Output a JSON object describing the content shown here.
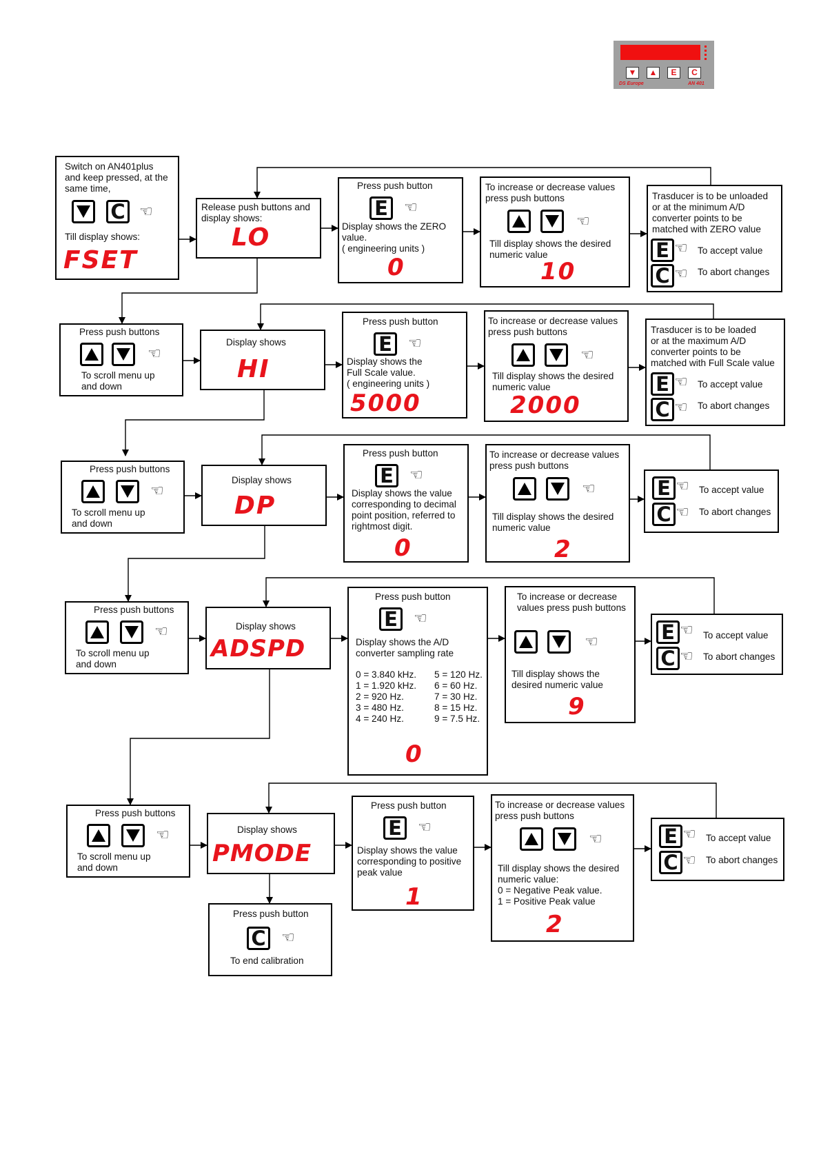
{
  "logo": {
    "keys": [
      "▼",
      "▲",
      "E",
      "C"
    ],
    "brand": "DS Europe",
    "model": "AN 401"
  },
  "keys": {
    "down": "down-arrow",
    "up": "up-arrow",
    "e": "E",
    "c": "C"
  },
  "colors": {
    "display": "#e8141c",
    "line": "#000000"
  },
  "r0": {
    "start": "Switch on AN401plus\nand keep pressed, at the\nsame time,",
    "till": "Till display shows:",
    "fset": "FSET",
    "release": "Release push buttons and\ndisplay shows:",
    "lo": "LO",
    "press": "Press push button",
    "zero_text": "Display shows the ZERO\nvalue.\n( engineering units )",
    "zero_val": "0",
    "inc": "To increase or decrease values\npress push buttons",
    "inc_till": "Till display shows the desired\nnumeric value",
    "inc_val": "10",
    "tras": "Trasducer is to be unloaded\nor at the minimum A/D\nconverter points to be\nmatched with ZERO value",
    "accept": "To accept value",
    "abort": "To abort changes"
  },
  "r1": {
    "scroll_title": "Press push buttons",
    "scroll": "To scroll menu up\nand down",
    "disp": "Display shows",
    "hi": "HI",
    "press": "Press push button",
    "fs_text": "Display shows the\nFull Scale value.\n( engineering units )",
    "fs_val": "5000",
    "inc": "To increase or decrease values\npress push buttons",
    "inc_till": "Till display shows the desired\nnumeric value",
    "inc_val": "2000",
    "tras": "Trasducer is to be loaded\nor at the maximum A/D\nconverter points to be\nmatched with Full Scale value",
    "accept": "To accept value",
    "abort": "To abort changes"
  },
  "r2": {
    "scroll_title": "Press push buttons",
    "scroll": "To scroll menu up\nand down",
    "disp": "Display shows",
    "dp": "DP",
    "press": "Press push button",
    "dp_text": "Display shows the value\ncorresponding to decimal\npoint position, referred to\nrightmost digit.",
    "dp_val": "0",
    "inc": "To increase or decrease values\npress push buttons",
    "inc_till": "Till display shows the desired\nnumeric value",
    "inc_val": "2",
    "accept": "To accept value",
    "abort": "To abort changes"
  },
  "r3": {
    "scroll_title": "Press push buttons",
    "scroll": "To scroll menu up\nand down",
    "disp": "Display shows",
    "adspd": "ADSPD",
    "press": "Press push button",
    "ad_text": "Display shows the A/D\nconverter sampling rate",
    "rates_left": "0 = 3.840 kHz.\n1 = 1.920 kHz.\n2 = 920 Hz.\n3 = 480 Hz.\n4 = 240 Hz.",
    "rates_right": "5 = 120 Hz.\n6 = 60 Hz.\n7 = 30 Hz.\n8 = 15 Hz.\n9 = 7.5 Hz.",
    "ad_val": "0",
    "inc": "To increase or decrease\nvalues press push buttons",
    "inc_till": "Till display shows the\ndesired numeric value",
    "inc_val": "9",
    "accept": "To accept value",
    "abort": "To abort changes"
  },
  "r4": {
    "scroll_title": "Press push buttons",
    "scroll": "To scroll menu up\nand down",
    "disp": "Display shows",
    "pmode": "PMODE",
    "press": "Press push button",
    "pm_text": "Display shows the value\ncorresponding to positive\npeak value",
    "pm_val": "1",
    "inc": "To increase or decrease values\npress push buttons",
    "inc_till": "Till display shows the desired\nnumeric value:\n0 = Negative Peak value.\n1 = Positive Peak value",
    "inc_val": "2",
    "accept": "To accept value",
    "abort": "To abort changes",
    "end_title": "Press push button",
    "end": "To end calibration"
  }
}
